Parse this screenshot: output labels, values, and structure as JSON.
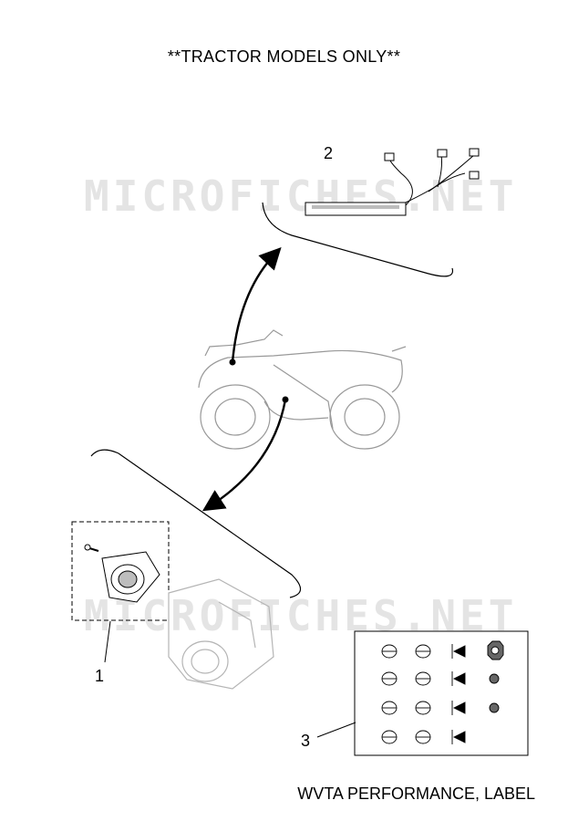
{
  "header": {
    "note": "**TRACTOR MODELS ONLY**"
  },
  "footer": {
    "title": "WVTA PERFORMANCE, LABEL"
  },
  "watermarks": [
    "MICROFICHES.NET",
    "MICROFICHES.NET"
  ],
  "callouts": [
    "2",
    "1",
    "3"
  ],
  "colors": {
    "line": "#000000",
    "part": "#bdbdbd",
    "watermark": "#e4e4e4"
  }
}
